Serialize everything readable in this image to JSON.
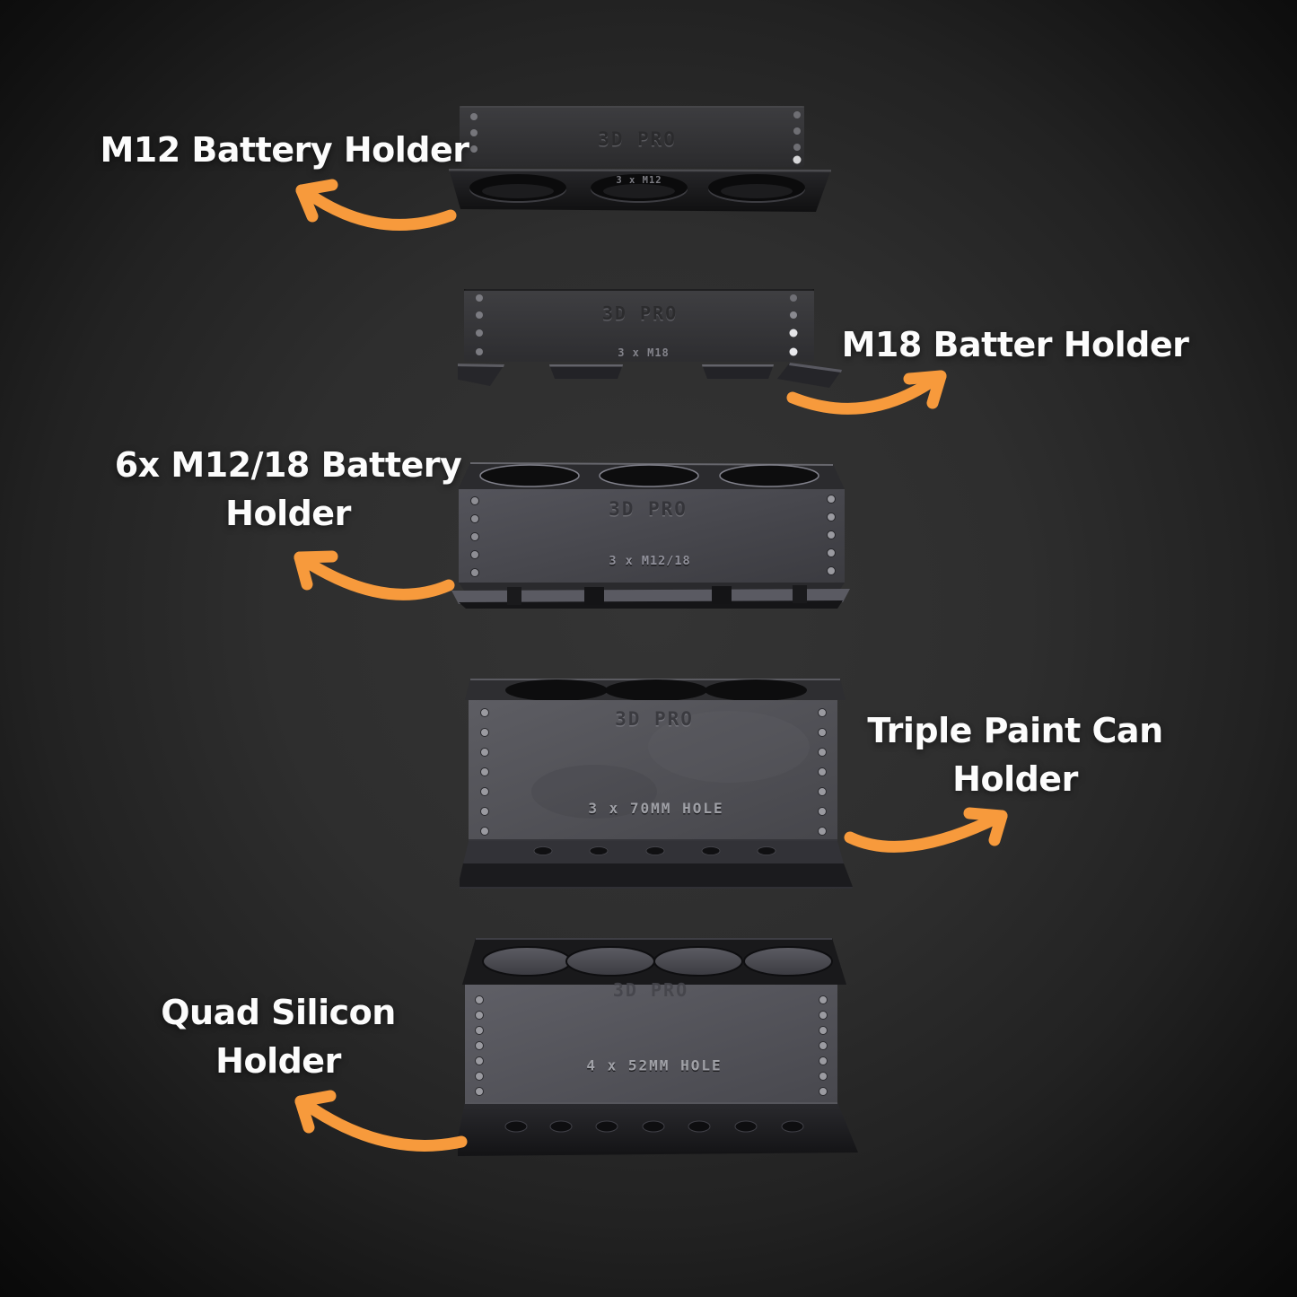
{
  "page": {
    "background_center": "#333333",
    "background_edge": "#060606",
    "accent_orange": "#F79A3C",
    "label_color": "#FCFCFC"
  },
  "products": [
    {
      "label_lines": [
        "M12 Battery Holder"
      ],
      "brand": "3D PRO",
      "marking": "3 x M12"
    },
    {
      "label_lines": [
        "M18 Batter Holder"
      ],
      "brand": "3D PRO",
      "marking": "3 x M18"
    },
    {
      "label_lines": [
        "6x M12/18 Battery",
        "Holder"
      ],
      "brand": "3D PRO",
      "marking": "3 x M12/18"
    },
    {
      "label_lines": [
        "Triple Paint Can",
        "Holder"
      ],
      "brand": "3D PRO",
      "marking": "3 x 70MM HOLE"
    },
    {
      "label_lines": [
        "Quad Silicon",
        "Holder"
      ],
      "brand": "3D PRO",
      "marking": "4 x 52MM HOLE"
    }
  ]
}
